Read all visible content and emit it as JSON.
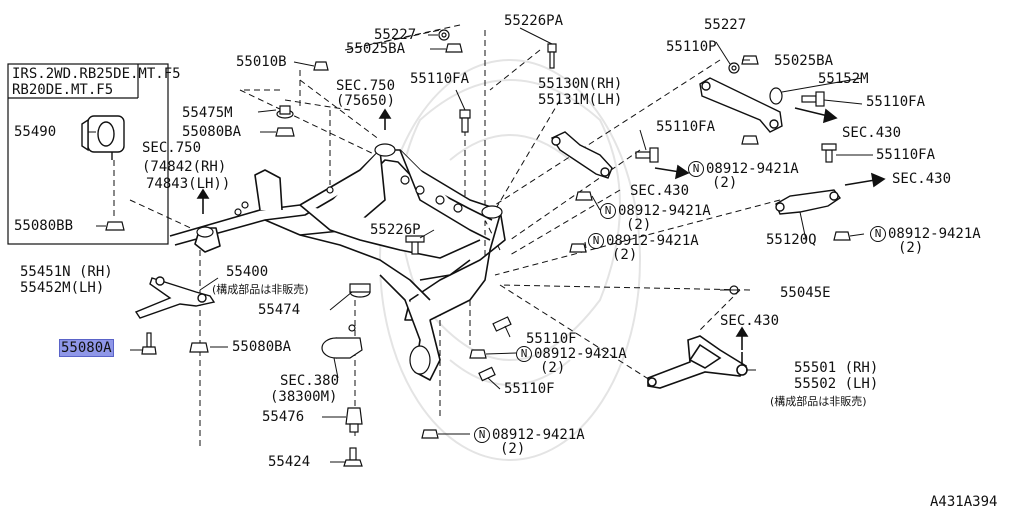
{
  "diagram": {
    "figure_id": "A431A394",
    "inset": {
      "title_line1": "IRS.2WD.RB25DE.MT.F5",
      "title_line2": "RB20DE.MT.F5",
      "part_a": "55490",
      "part_b": "55080BB"
    },
    "parts": {
      "p55227_a": "55227",
      "p55025BA_a": "55025BA",
      "p55226PA": "55226PA",
      "p55227_b": "55227",
      "p55110P": "55110P",
      "p55025BA_b": "55025BA",
      "p55010B": "55010B",
      "sec750_a": "SEC.750",
      "sec750_a_sub": "(75650)",
      "p55110FA_a": "55110FA",
      "p55130N": "55130N(RH)",
      "p55131M": "55131M(LH)",
      "p55152M": "55152M",
      "p55110FA_b": "55110FA",
      "p55475M": "55475M",
      "p55080BA_a": "55080BA",
      "p55110FA_c": "55110FA",
      "sec430_a": "SEC.430",
      "p55490": "55490",
      "sec750_b": "SEC.750",
      "sec750_b_rh": "(74842(RH)",
      "sec750_b_lh": "74843(LH))",
      "p55110FA_d": "55110FA",
      "n08912_a": "08912-9421A",
      "n08912_a_qty": "(2)",
      "sec430_b": "SEC.430",
      "sec430_c": "SEC.430",
      "n08912_b": "08912-9421A",
      "n08912_b_qty": "(2)",
      "p55226P": "55226P",
      "p55120Q": "55120Q",
      "n08912_c": "08912-9421A",
      "n08912_c_qty": "(2)",
      "n08912_d": "08912-9421A",
      "n08912_d_qty": "(2)",
      "p55451N": "55451N (RH)",
      "p55452M": "55452M(LH)",
      "p55400": "55400",
      "p55400_note": "(構成部品は非販売)",
      "p55045E": "55045E",
      "p55474": "55474",
      "sec430_d": "SEC.430",
      "p55110F_a": "55110F",
      "p55080A": "55080A",
      "p55080BA_b": "55080BA",
      "n08912_e": "08912-9421A",
      "n08912_e_qty": "(2)",
      "p55501": "55501 (RH)",
      "p55502": "55502 (LH)",
      "p5550x_note": "(構成部品は非販売)",
      "sec380": "SEC.380",
      "sec380_sub": "(38300M)",
      "p55110F_b": "55110F",
      "p55476": "55476",
      "n08912_f": "08912-9421A",
      "n08912_f_qty": "(2)",
      "p55424": "55424",
      "n_symbol": "N"
    }
  }
}
